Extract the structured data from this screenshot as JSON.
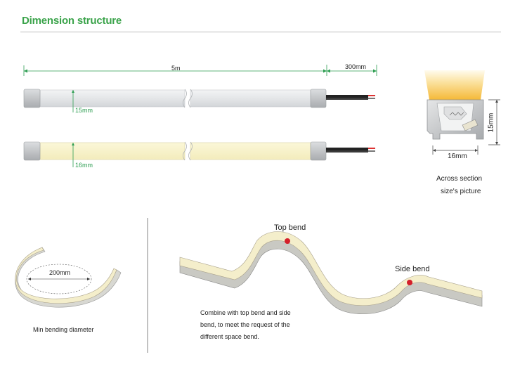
{
  "header": {
    "title": "Dimension structure"
  },
  "dimensions": {
    "length": "5m",
    "lead_length": "300mm",
    "strip_height_off": "15mm",
    "strip_height_on": "16mm"
  },
  "cross_section": {
    "width": "16mm",
    "height": "15mm",
    "caption_line1": "Across section",
    "caption_line2": "size's picture"
  },
  "bending": {
    "diameter": "200mm",
    "min_caption": "Min bending diameter",
    "top_bend": "Top bend",
    "side_bend": "Side bend",
    "desc_line1": "Combine with top bend and side",
    "desc_line2": "bend, to meet the request of the",
    "desc_line3": "different space bend."
  },
  "colors": {
    "title_green": "#3aa34a",
    "dimension_green": "#2e9e52",
    "strip_off": "#e6e8ea",
    "strip_on": "#f8f3cc",
    "cap": "#c8cacc",
    "bend_marker": "#d41f2a",
    "glow": "#f7c34a"
  }
}
